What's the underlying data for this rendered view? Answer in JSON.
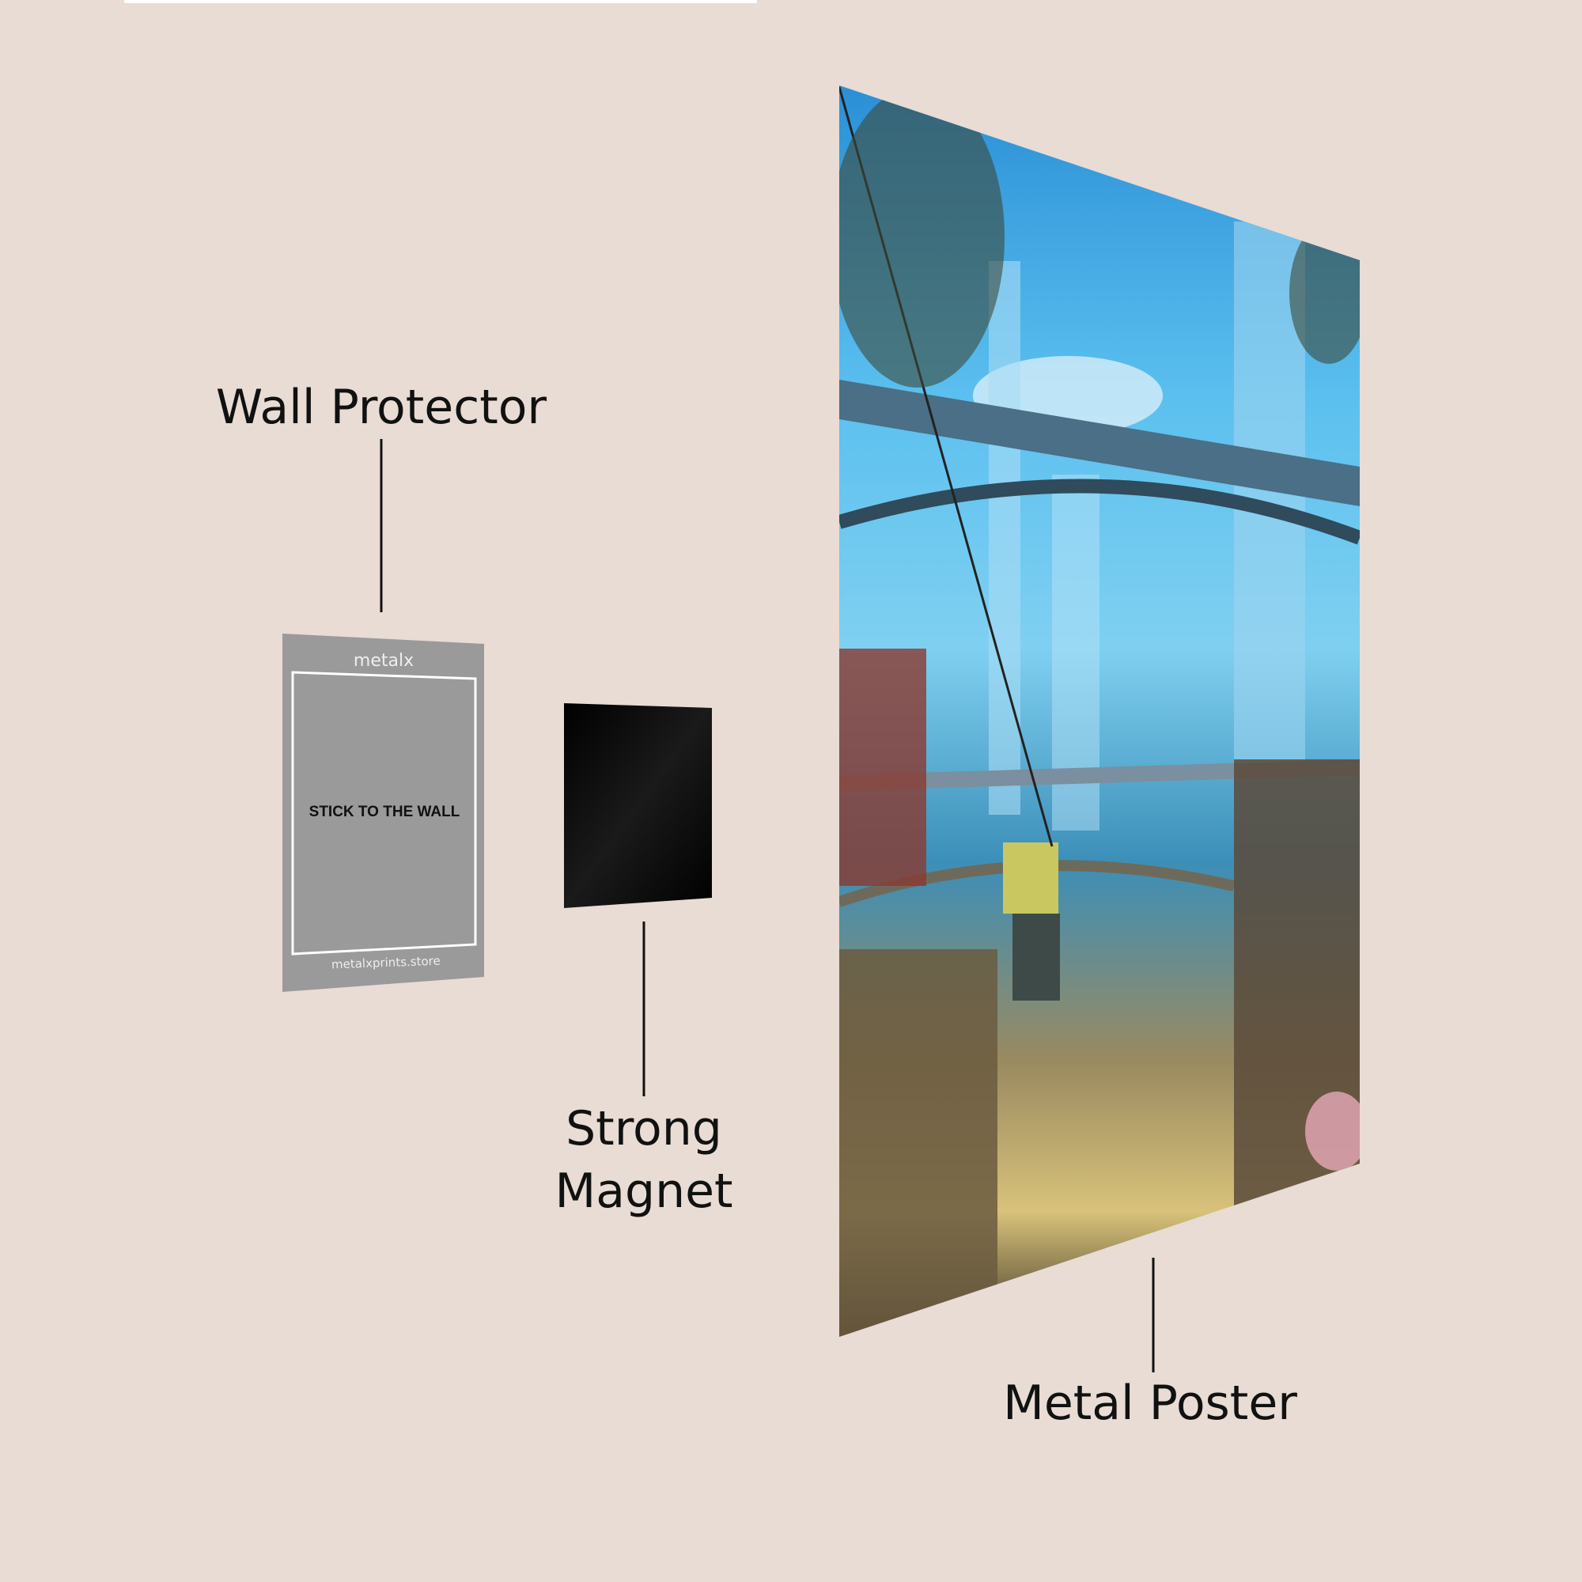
{
  "labels": {
    "wall_protector": "Wall Protector",
    "strong_magnet_line1": "Strong",
    "strong_magnet_line2": "Magnet",
    "metal_poster": "Metal Poster"
  },
  "wall_protector": {
    "brand_logo": "metalx",
    "instruction": "STICK TO THE WALL",
    "website": "metalxprints.store"
  },
  "colors": {
    "background": "#e8dcd4",
    "protector": "#9a9a9a",
    "magnet": "#050505",
    "sky": "#3aa6e0",
    "text": "#111111"
  }
}
